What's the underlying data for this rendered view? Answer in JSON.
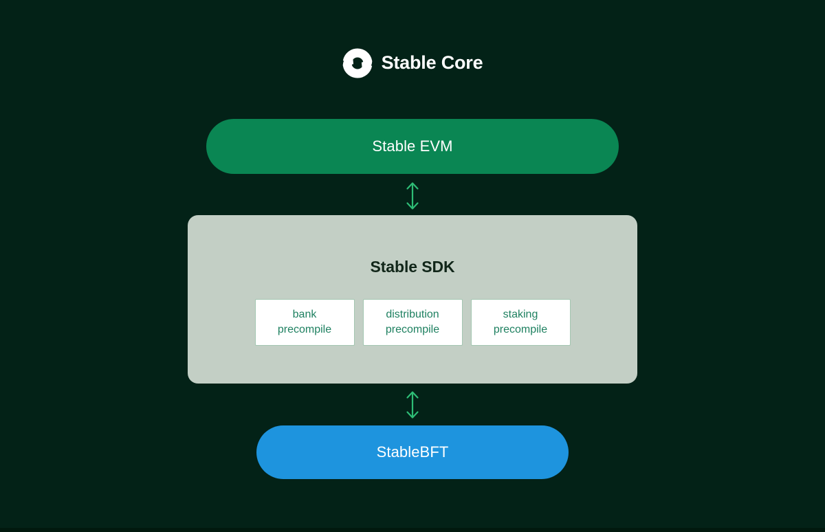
{
  "page": {
    "background_color": "#032217",
    "bottom_edge_color": "#01190e"
  },
  "header": {
    "brand_label": "Stable Core",
    "logo_icon": "stable-s-logo-icon"
  },
  "colors": {
    "evm_green": "#0a8653",
    "bft_blue": "#1e94de",
    "sdk_panel_sage": "#c3cfc5",
    "arrow_green": "#2ebd76",
    "precompile_text_green": "#1e8060",
    "precompile_border_green": "#a3c6b1",
    "sdk_title_dark": "#112619",
    "text_white": "#ffffff"
  },
  "diagram": {
    "evm": {
      "label": "Stable EVM"
    },
    "sdk": {
      "title": "Stable SDK",
      "precompiles": [
        {
          "label": "bank precompile"
        },
        {
          "label": "distribution precompile"
        },
        {
          "label": "staking precompile"
        }
      ]
    },
    "bft": {
      "label": "StableBFT"
    },
    "connectors": [
      {
        "from": "Stable EVM",
        "to": "Stable SDK",
        "type": "bidirectional-vertical-arrow"
      },
      {
        "from": "Stable SDK",
        "to": "StableBFT",
        "type": "bidirectional-vertical-arrow"
      }
    ]
  }
}
